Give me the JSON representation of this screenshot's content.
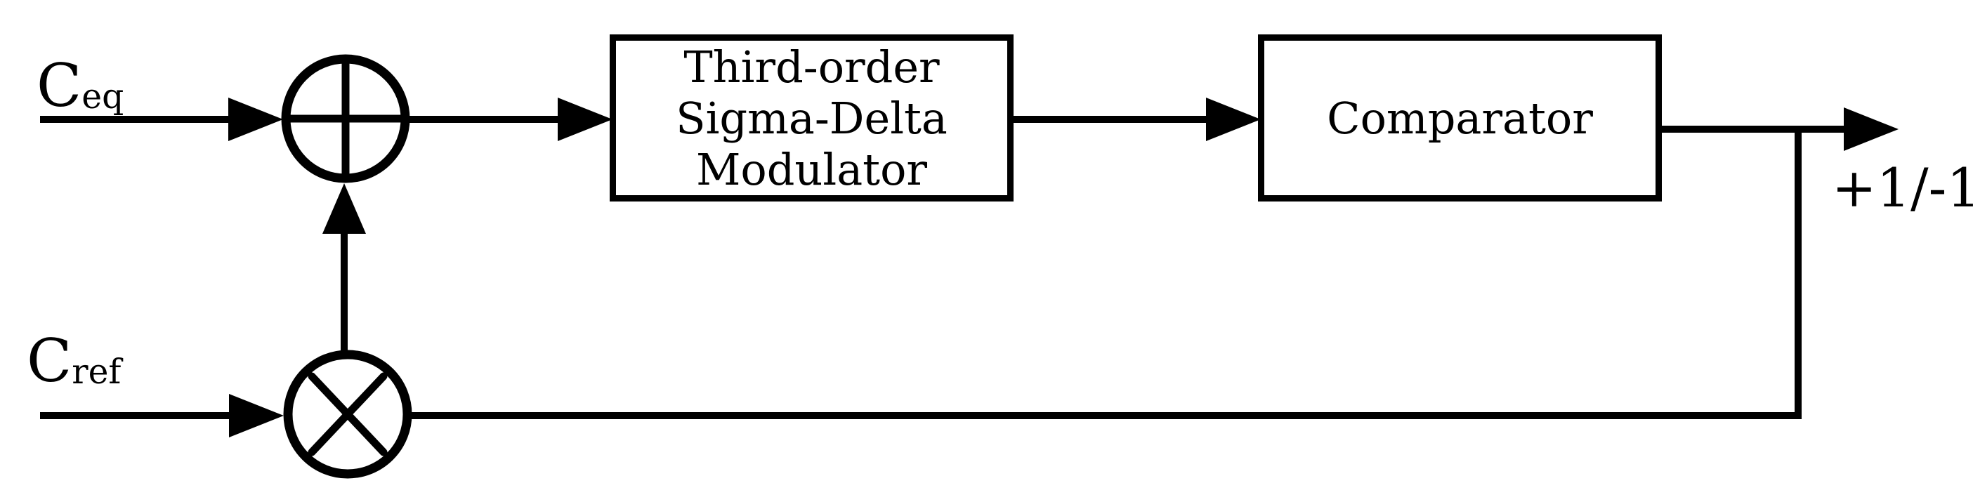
{
  "figure": {
    "type": "block-diagram",
    "description": "Sigma-delta capacitance-to-digital feedback loop diagram",
    "colors": {
      "stroke": "#000000",
      "background": "#ffffff"
    },
    "inputs": {
      "ceq": {
        "base": "C",
        "subscript": "eq"
      },
      "cref": {
        "base": "C",
        "subscript": "ref"
      }
    },
    "blocks": {
      "modulator": {
        "lines": [
          "Third-order",
          "Sigma-Delta",
          "Modulator"
        ]
      },
      "comparator": {
        "label": "Comparator"
      }
    },
    "junctions": {
      "summing": {
        "symbol": "plus"
      },
      "multiplier": {
        "symbol": "times"
      }
    },
    "output": {
      "label": "+1/-1"
    },
    "connections": [
      "ceq -> summing-junction",
      "summing-junction -> modulator",
      "modulator -> comparator",
      "comparator -> output",
      "output -> multiplier (feedback)",
      "cref -> multiplier",
      "multiplier -> summing-junction"
    ]
  }
}
